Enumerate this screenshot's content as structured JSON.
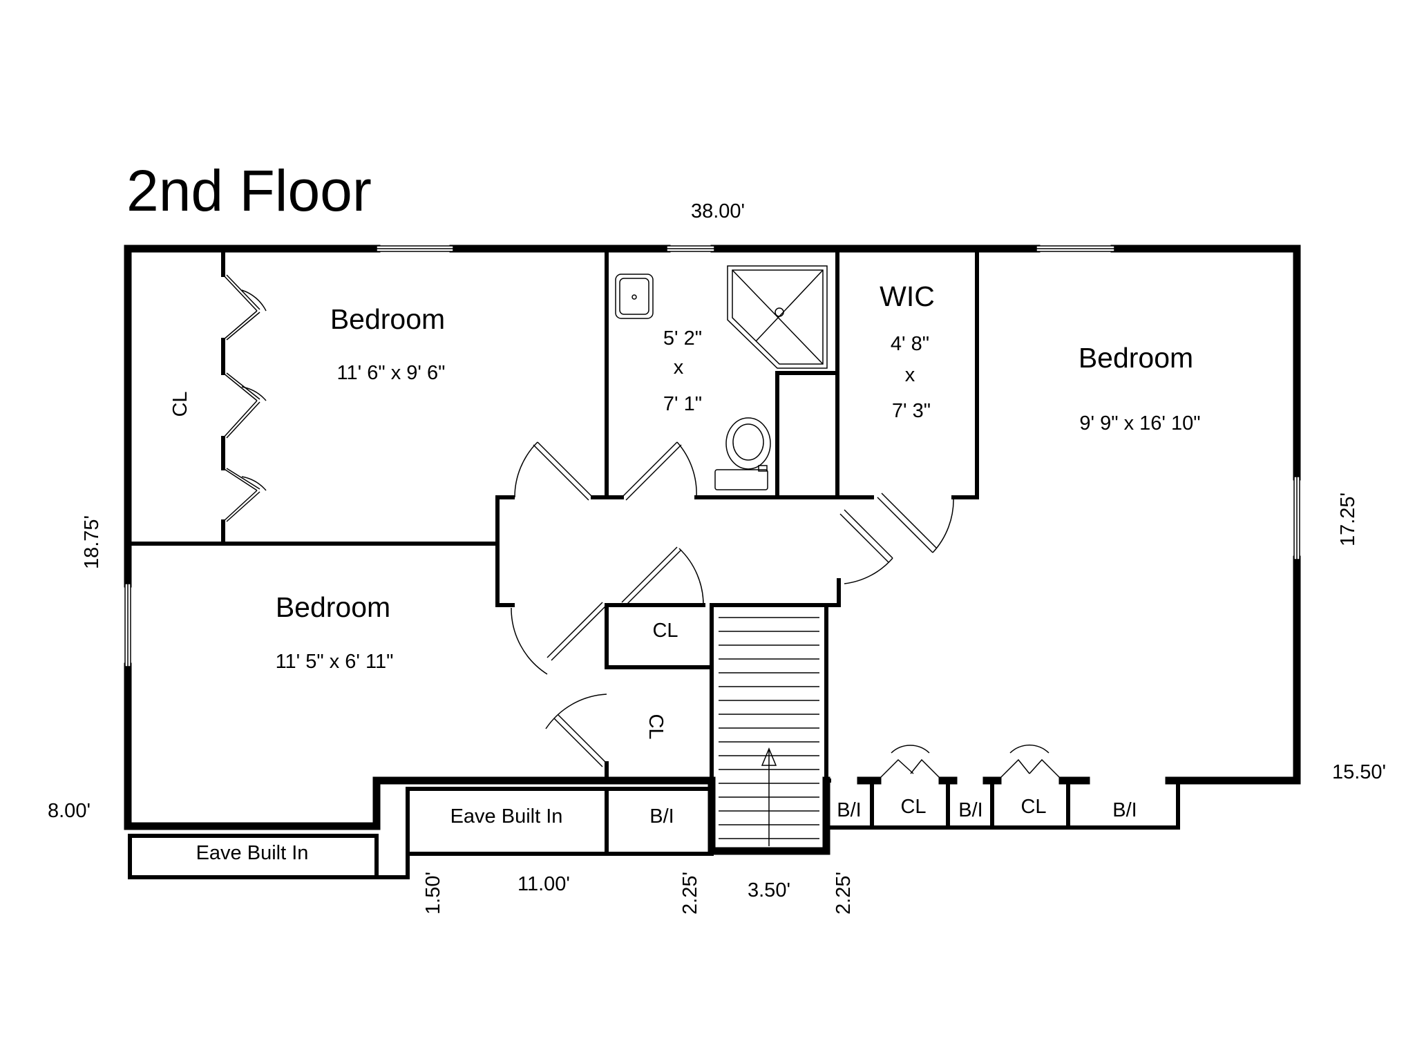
{
  "title": "2nd Floor",
  "dimensions": {
    "top": "38.00'",
    "left": "18.75'",
    "right_upper": "17.25'",
    "right_lower": "15.50'",
    "left_step": "8.00'",
    "bottom_1": "1.50'",
    "bottom_2": "11.00'",
    "bottom_3": "2.25'",
    "bottom_4": "3.50'",
    "bottom_5": "2.25'"
  },
  "rooms": {
    "bedroom_1": {
      "name": "Bedroom",
      "size": "11' 6\" x 9' 6\""
    },
    "bedroom_2": {
      "name": "Bedroom",
      "size": "11' 5\" x 6' 11\""
    },
    "bedroom_3": {
      "name": "Bedroom",
      "size": "9' 9\" x 16' 10\""
    },
    "bath": {
      "w": "5' 2\"",
      "x": "x",
      "h": "7' 1\""
    },
    "wic": {
      "name": "WIC",
      "w": "4' 8\"",
      "x": "x",
      "h": "7' 3\""
    }
  },
  "labels": {
    "cl_left": "CL",
    "cl_hall": "CL",
    "cl_lower": "CL",
    "cl_right_1": "CL",
    "cl_right_2": "CL",
    "eave_left": "Eave Built In",
    "eave_mid": "Eave Built In",
    "bi_1": "B/I",
    "bi_2": "B/I",
    "bi_3": "B/I",
    "bi_4": "B/I"
  }
}
